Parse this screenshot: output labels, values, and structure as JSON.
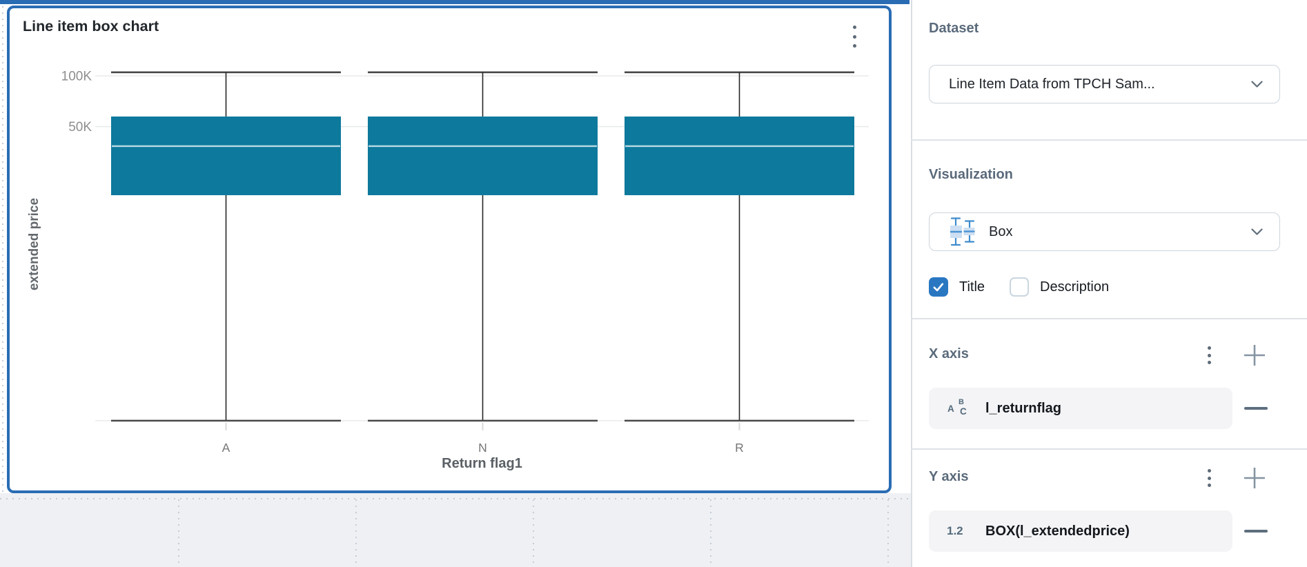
{
  "chart_data": {
    "type": "box",
    "title": "Line item box chart",
    "xlabel": "Return flag1",
    "ylabel": "extended price",
    "categories": [
      "A",
      "N",
      "R"
    ],
    "y_scale": "log",
    "y_ticks": [
      {
        "label": "100K",
        "value": 100000
      },
      {
        "label": "50K",
        "value": 50000
      }
    ],
    "grid": true,
    "legend": "none",
    "series": [
      {
        "name": "BOX(l_extendedprice)",
        "boxes": [
          {
            "category": "A",
            "min": 901,
            "q1": 19600,
            "median": 38300,
            "q3": 57400,
            "max": 105000
          },
          {
            "category": "N",
            "min": 901,
            "q1": 19600,
            "median": 38300,
            "q3": 57400,
            "max": 105000
          },
          {
            "category": "R",
            "min": 901,
            "q1": 19600,
            "median": 38300,
            "q3": 57400,
            "max": 105000
          }
        ]
      }
    ],
    "colors": {
      "box_fill": "#0d799c",
      "median_line": "#b5d7e3",
      "whisker": "#252525",
      "cap": "#474747",
      "grid": "#e8eaec",
      "tick_text": "#8e8e8e",
      "category_text": "#757575"
    }
  },
  "panel": {
    "dataset": {
      "heading": "Dataset",
      "selected": "Line Item Data from TPCH Sam..."
    },
    "visualization": {
      "heading": "Visualization",
      "selected": "Box",
      "title_checkbox": {
        "label": "Title",
        "checked": true
      },
      "description_checkbox": {
        "label": "Description",
        "checked": false
      }
    },
    "x_axis": {
      "heading": "X axis",
      "fields": [
        {
          "icon": {
            "a": "A",
            "b": "B",
            "c": "C"
          },
          "name": "l_returnflag"
        }
      ]
    },
    "y_axis": {
      "heading": "Y axis",
      "fields": [
        {
          "icon_text": "1.2",
          "name": "BOX(l_extendedprice)"
        }
      ]
    }
  },
  "icons": {
    "chart_menu": "kebab-vertical",
    "section_menu": "kebab-vertical",
    "dropdown": "chevron-down",
    "add_field": "plus",
    "remove_field": "minus",
    "text_type": "ABC",
    "number_type": "1.2",
    "visualization_box": "box-plot-glyph",
    "title_check": "checkmark"
  },
  "colors": {
    "selection_blue": "#2a6cb4",
    "checkbox_blue": "#2a77c1",
    "panel_heading": "#5a6a7b",
    "slate_icon": "#5d6e7e",
    "canvas_bg": "#eef0f4"
  }
}
